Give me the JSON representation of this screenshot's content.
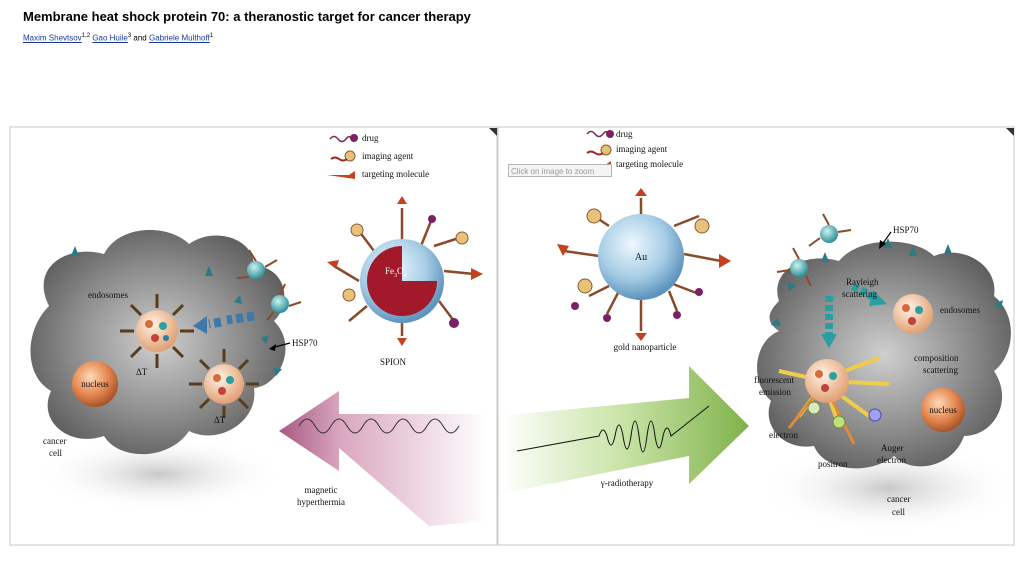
{
  "article": {
    "title": "Membrane heat shock protein 70: a theranostic target for cancer therapy",
    "authors": [
      {
        "name": "Maxim Shevtsov",
        "aff": "1,2"
      },
      {
        "name": "Gao Huile",
        "aff": "3"
      },
      {
        "name": "Gabriele Multhoff",
        "aff": "1"
      }
    ],
    "and_text": " and "
  },
  "tooltip": "Click on image to zoom",
  "figure": {
    "left": {
      "legend": {
        "drug": "drug",
        "imaging": "imaging agent",
        "targeting": "targeting molecule"
      },
      "endosomes": "endosomes",
      "nucleus": "nucleus",
      "delta1": "ΔT",
      "delta2": "ΔT",
      "cancer": "cancer",
      "cell": "cell",
      "hsp70": "HSP70",
      "spion": "SPION",
      "core": "Fe",
      "core_sub1": "3",
      "core_mid": "O",
      "core_sub2": "4",
      "magnetic": "magnetic",
      "hyperthermia": "hyperthermia"
    },
    "right": {
      "legend": {
        "drug": "drug",
        "imaging": "imaging agent",
        "targeting": "targeting molecule"
      },
      "au": "Au",
      "gold": "gold nanoparticle",
      "radio": "γ-radiotherapy",
      "hsp70": "HSP70",
      "rayleigh1": "Rayleigh",
      "rayleigh2": "scattering",
      "endosomes": "endosomes",
      "comp1": "composition",
      "comp2": "scattering",
      "fluor1": "fluorescent",
      "fluor2": "emission",
      "nucleus": "nucleus",
      "electron": "electron",
      "positron": "positron",
      "auger1": "Auger",
      "auger2": "electron",
      "cancer": "cancer",
      "cell": "cell"
    }
  },
  "colors": {
    "link": "#1a3aa0",
    "pink_arrow": "#b5698f",
    "green_arrow": "#8fbf5a",
    "blue_arrow": "#3f79a9",
    "teal_arrow": "#2a9ea0",
    "yellow_arrow": "#f0cc4a",
    "nucleus": "#e88a55",
    "gold_np": "#bcd9ea",
    "spion_core": "#a1192a",
    "cell_gray": "#8a8a8a"
  }
}
